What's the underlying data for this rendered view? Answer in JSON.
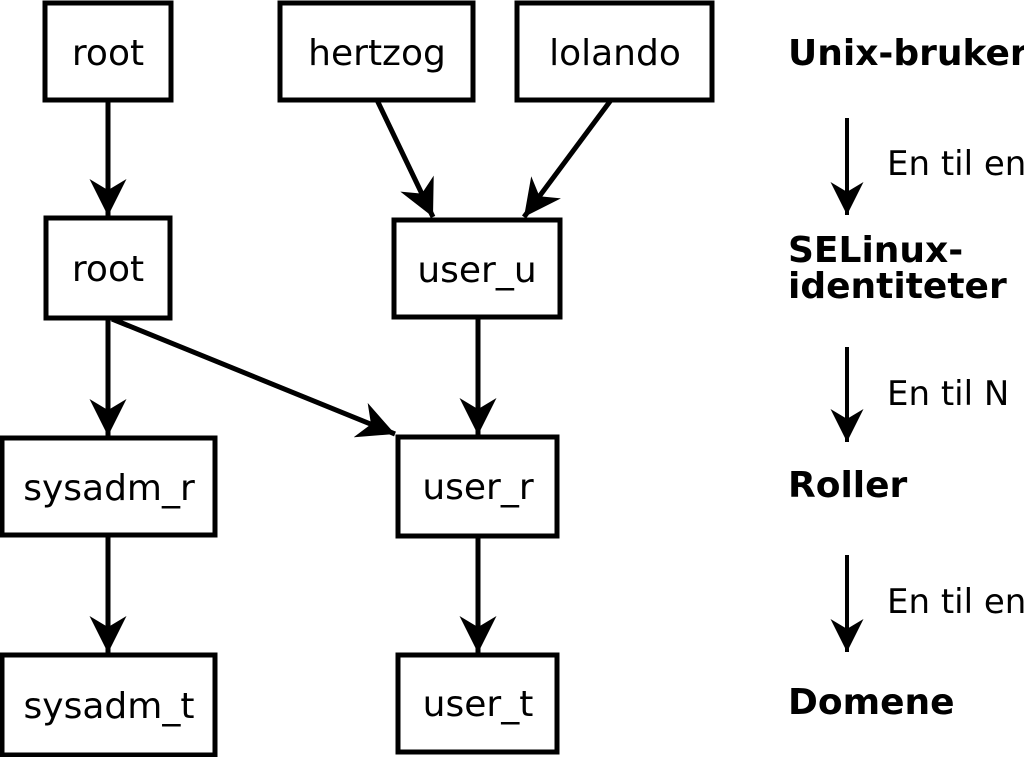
{
  "diagram": {
    "description": "Mapping of Unix users to SELinux identities, roles and domains",
    "nodes": [
      {
        "id": "unix-root",
        "label": "root",
        "level": "Unix-brukere"
      },
      {
        "id": "unix-hertzog",
        "label": "hertzog",
        "level": "Unix-brukere"
      },
      {
        "id": "unix-lolando",
        "label": "lolando",
        "level": "Unix-brukere"
      },
      {
        "id": "selinux-root",
        "label": "root",
        "level": "SELinux-identiteter"
      },
      {
        "id": "selinux-user-u",
        "label": "user_u",
        "level": "SELinux-identiteter"
      },
      {
        "id": "role-sysadm-r",
        "label": "sysadm_r",
        "level": "Roller"
      },
      {
        "id": "role-user-r",
        "label": "user_r",
        "level": "Roller"
      },
      {
        "id": "domain-sysadm-t",
        "label": "sysadm_t",
        "level": "Domene"
      },
      {
        "id": "domain-user-t",
        "label": "user_t",
        "level": "Domene"
      }
    ],
    "edges": [
      {
        "from": "unix-root",
        "to": "selinux-root"
      },
      {
        "from": "unix-hertzog",
        "to": "selinux-user-u"
      },
      {
        "from": "unix-lolando",
        "to": "selinux-user-u"
      },
      {
        "from": "selinux-root",
        "to": "role-sysadm-r"
      },
      {
        "from": "selinux-root",
        "to": "role-user-r"
      },
      {
        "from": "selinux-user-u",
        "to": "role-user-r"
      },
      {
        "from": "role-sysadm-r",
        "to": "domain-sysadm-t"
      },
      {
        "from": "role-user-r",
        "to": "domain-user-t"
      }
    ]
  },
  "legend": {
    "unix_users": "Unix-brukere",
    "relation_unix_selinux": "En til en",
    "selinux_line1": "SELinux-",
    "selinux_line2": "identiteter",
    "relation_selinux_roles": "En til N",
    "roles": "Roller",
    "relation_roles_domains": "En til en",
    "domains": "Domene"
  },
  "colors": {
    "background": "#ffffff",
    "line": "#000000",
    "text": "#000000"
  }
}
